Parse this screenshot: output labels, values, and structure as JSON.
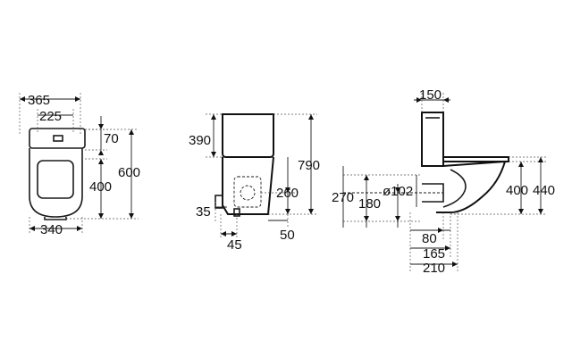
{
  "front_view": {
    "width_outer": "365",
    "width_inner": "225",
    "seat_depth": "70",
    "height_total": "600",
    "height_seat": "400",
    "base_width": "340"
  },
  "side_view": {
    "tank_height": "390",
    "total_height": "790",
    "outlet_width": "260",
    "inlet_height": "35",
    "inlet_offset": "45",
    "base_offset": "50"
  },
  "section_view": {
    "tank_depth": "150",
    "floor_to_outlet": "270",
    "outlet_center": "180",
    "pipe_diameter": "ø102",
    "seat_height": "400",
    "rim_height": "440",
    "outlet_dist_1": "80",
    "outlet_dist_2": "165",
    "outlet_dist_3": "210"
  }
}
